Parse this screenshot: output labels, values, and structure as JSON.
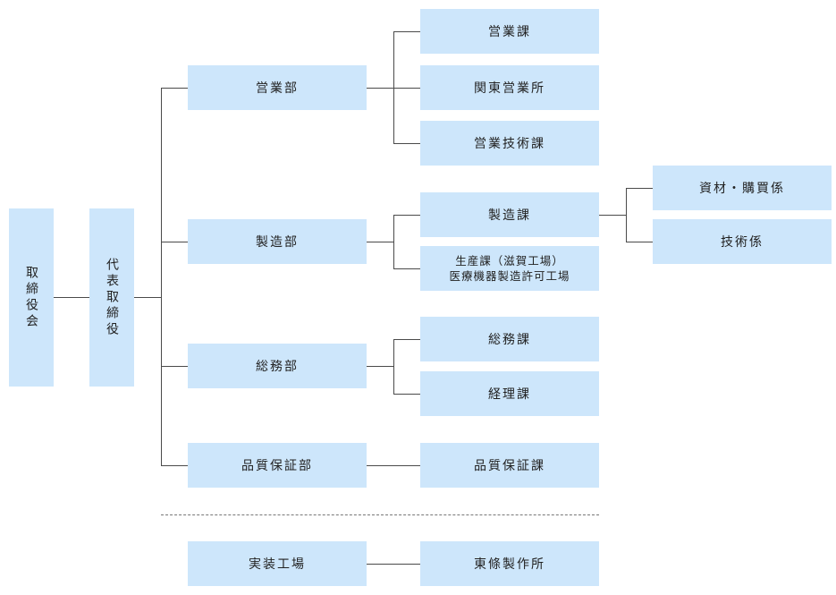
{
  "board": {
    "label": "取締役会"
  },
  "president": {
    "label": "代表取締役"
  },
  "departments": {
    "sales": {
      "label": "営業部",
      "sections": [
        "営業課",
        "関東営業所",
        "営業技術課"
      ]
    },
    "manufacturing": {
      "label": "製造部",
      "sections": [
        "製造課",
        "生産課（滋賀工場）"
      ],
      "factory_sub": "医療機器製造許可工場",
      "groups": [
        "資材・購買係",
        "技術係"
      ]
    },
    "general": {
      "label": "総務部",
      "sections": [
        "総務課",
        "経理課"
      ]
    },
    "quality": {
      "label": "品質保証部",
      "sections": [
        "品質保証課"
      ]
    }
  },
  "plant": {
    "label": "実装工場",
    "site": "東條製作所"
  },
  "colors": {
    "box": "#cde6fb",
    "line": "#4a4a4a",
    "text": "#222222"
  }
}
